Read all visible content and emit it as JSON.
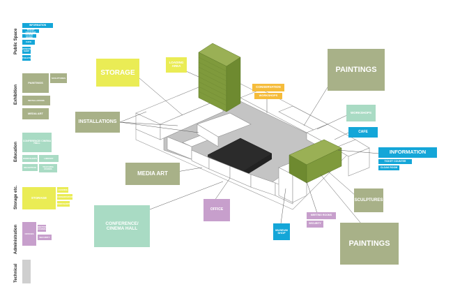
{
  "colors": {
    "exhibition": "#a8b188",
    "storage": "#eaec55",
    "education": "#a9dbc4",
    "administration": "#c79fcc",
    "public": "#14a6d8",
    "conservation": "#f5bc3b",
    "green_block": "#7f9a3c",
    "courtyard": "#c4c4c4",
    "dark": "#2b2b2b"
  },
  "legend": {
    "public_space": "Public Space",
    "exhibition": "Exhibition",
    "education": "Education",
    "storage": "Storage etc.",
    "administration": "Administration",
    "technical": "Technical",
    "public_items": [
      "INFORMATION",
      "TICKET COUNTER",
      "CLOAK ROOM",
      "CAFE",
      "MUSEUM SHOP",
      "TOILETS"
    ],
    "exhibition_items": [
      "PAINTINGS",
      "SCULPTURES",
      "INSTALLATIONS",
      "MEDIA ART"
    ],
    "education_items": [
      "CONFERENCE/ CINEMA HALL",
      "WORKSHOPS",
      "LIBRARY",
      "TEACHING ROOMS",
      "RECEPTION"
    ],
    "storage_items": [
      "STORAGE",
      "LOADING",
      "CONSERVATION",
      "WORKSHOPS"
    ],
    "administration_items": [
      "OFFICES",
      "MEETING ROOMS",
      "SECURITY"
    ]
  },
  "labels": {
    "storage": "STORAGE",
    "loading_area": "LOADING AREA",
    "conservation": "CONSERVATION",
    "workshops_conservation": "WORKSHOPS",
    "paintings_top": "PAINTINGS",
    "workshops_edu": "WORKSHOPS",
    "cafe": "CAFE",
    "information": "INFORMATION",
    "ticket_counter": "TICKET COUNTER",
    "cloak_room": "CLOAK ROOM",
    "installations": "INSTALLATIONS",
    "media_art": "MEDIA ART",
    "conference": "CONFERENCE/ CINEMA HALL",
    "offices": "OFFICE",
    "museum_shop": "MUSEUM SHOP",
    "meeting_rooms": "MEETING ROOMS",
    "security": "SECURITY",
    "sculptures": "SCULPTURES",
    "paintings_bottom": "PAINTINGS"
  }
}
